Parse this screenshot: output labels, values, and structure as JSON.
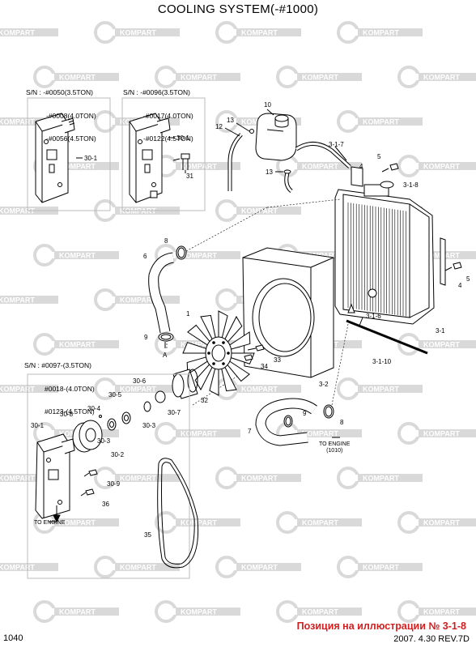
{
  "title": "COOLING SYSTEM(-#1000)",
  "watermark_text": "KOMPART",
  "serial_groups": [
    {
      "lines": [
        "S/N : -#0050(3.5TON)",
        "-#0008(4.0TON)",
        "-#0056(4.5TON)"
      ]
    },
    {
      "lines": [
        "S/N : -#0096(3.5TON)",
        "-#0017(4.0TON)",
        "-#0122(4.5TON)"
      ]
    },
    {
      "lines": [
        "S/N : #0097-(3.5TON)",
        "#0018-(4.0TON)",
        "#0123-(4.5TON)"
      ]
    }
  ],
  "part_labels": [
    "30-1",
    "30-1",
    "31",
    "10",
    "12",
    "13",
    "13",
    "3-1-7",
    "5",
    "4",
    "3-1-8",
    "8",
    "6",
    "1",
    "9",
    "A",
    "33",
    "34",
    "3-2",
    "3-1-6",
    "3-1",
    "3-1-10",
    "4",
    "5",
    "30-6",
    "30-5",
    "30-4",
    "30-8",
    "30-1",
    "30-3",
    "30-3",
    "30-7",
    "32",
    "30-2",
    "7",
    "9",
    "8",
    "30-9",
    "36",
    "35"
  ],
  "notes": {
    "to_engine_1010": [
      "TO ENGINE",
      "(1010)"
    ],
    "to_engine": "TO ENGINE"
  },
  "footer": {
    "page_number": "1040",
    "caption": "Позиция на иллюстрации № 3-1-8",
    "revision": "2007. 4.30 REV.7D"
  },
  "colors": {
    "line": "#000000",
    "watermark": "#d9d9d9",
    "caption": "#d21f1f"
  }
}
